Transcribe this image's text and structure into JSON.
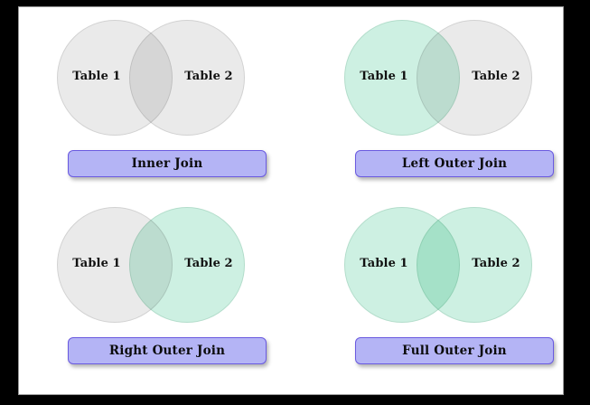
{
  "figure": {
    "kind": "sql-join-venn-diagram",
    "frame_background": "#ffffff",
    "letterbox_color": "#000000"
  },
  "palette": {
    "circle_inactive_fill": "#eaeaea",
    "circle_inactive_stroke": "#d2d2d2",
    "circle_highlight_fill": "#cdf0e2",
    "circle_highlight_stroke": "#b3ddcb",
    "button_fill": "#b4b4f5",
    "button_border": "#6a5ae0",
    "text_color": "#111111"
  },
  "labels": {
    "table_left": "Table 1",
    "table_right": "Table 2"
  },
  "diagrams": [
    {
      "id": "inner-join",
      "title": "Inner Join",
      "left_circle_label": "Table 1",
      "right_circle_label": "Table 2",
      "left_circle_highlighted": false,
      "right_circle_highlighted": false,
      "intersection_highlighted": true
    },
    {
      "id": "left-outer-join",
      "title": "Left Outer Join",
      "left_circle_label": "Table 1",
      "right_circle_label": "Table 2",
      "left_circle_highlighted": true,
      "right_circle_highlighted": false,
      "intersection_highlighted": true
    },
    {
      "id": "right-outer-join",
      "title": "Right Outer Join",
      "left_circle_label": "Table 1",
      "right_circle_label": "Table 2",
      "left_circle_highlighted": false,
      "right_circle_highlighted": true,
      "intersection_highlighted": true
    },
    {
      "id": "full-outer-join",
      "title": "Full Outer Join",
      "left_circle_label": "Table 1",
      "right_circle_label": "Table 2",
      "left_circle_highlighted": true,
      "right_circle_highlighted": true,
      "intersection_highlighted": true
    }
  ]
}
